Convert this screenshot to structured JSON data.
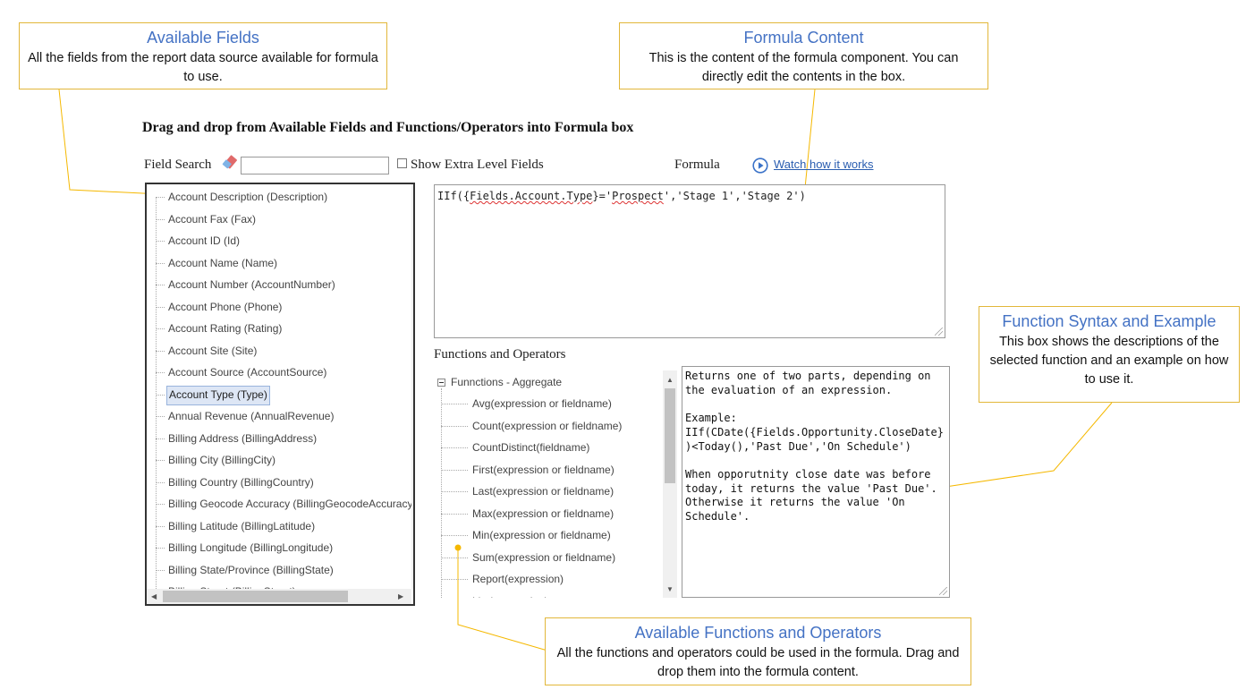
{
  "callouts": {
    "fields": {
      "title": "Available Fields",
      "body": "All the fields from the report data source available for formula to use."
    },
    "formula": {
      "title": "Formula Content",
      "body": "This is the content of the formula component. You can directly edit the contents in the box."
    },
    "syntax": {
      "title": "Function Syntax and Example",
      "body": "This box shows the descriptions of the selected function and an example on how to use it."
    },
    "functions": {
      "title": "Available Functions and Operators",
      "body": "All the functions and operators could be used in the formula. Drag and drop them into the formula content."
    }
  },
  "editor": {
    "heading": "Drag and drop from Available Fields and Functions/Operators into Formula box",
    "field_search_label": "Field Search",
    "search_value": "",
    "extra_fields_label": "Show Extra Level Fields",
    "extra_fields_checked": false,
    "formula_label": "Formula",
    "watch_link": "Watch how it works",
    "functions_label": "Functions and Operators"
  },
  "fields": [
    "Account Description (Description)",
    "Account Fax (Fax)",
    "Account ID (Id)",
    "Account Name (Name)",
    "Account Number (AccountNumber)",
    "Account Phone (Phone)",
    "Account Rating (Rating)",
    "Account Site (Site)",
    "Account Source (AccountSource)",
    "Account Type (Type)",
    "Annual Revenue (AnnualRevenue)",
    "Billing Address (BillingAddress)",
    "Billing City (BillingCity)",
    "Billing Country (BillingCountry)",
    "Billing Geocode Accuracy (BillingGeocodeAccuracy)",
    "Billing Latitude (BillingLatitude)",
    "Billing Longitude (BillingLongitude)",
    "Billing State/Province (BillingState)",
    "Billing Street (BillingStreet)"
  ],
  "selected_field": "Account Type (Type)",
  "formula": {
    "prefix": "IIf({",
    "field": "Fields.Account.Type",
    "middle": "}='",
    "word": "Prospect",
    "suffix": "','Stage 1','Stage 2')"
  },
  "function_group": "Funnctions - Aggregate",
  "functions": [
    "Avg(expression or fieldname)",
    "Count(expression or fieldname)",
    "CountDistinct(fieldname)",
    "First(expression or fieldname)",
    "Last(expression or fieldname)",
    "Max(expression or fieldname)",
    "Min(expression or fieldname)",
    "Sum(expression or fieldname)",
    "Report(expression)",
    "List(expression)"
  ],
  "description": "Returns one of two parts, depending on the evaluation of an expression.\n\nExample:\nIIf(CDate({Fields.Opportunity.CloseDate}\n)<Today(),'Past Due','On Schedule')\n\nWhen opporutnity close date was before today, it returns the value 'Past Due'. Otherwise it returns the value 'On Schedule'.",
  "colors": {
    "callout_title": "#4472c4",
    "callout_border": "#e2b73a",
    "leader": "#f5b800",
    "link": "#2a5db0"
  }
}
